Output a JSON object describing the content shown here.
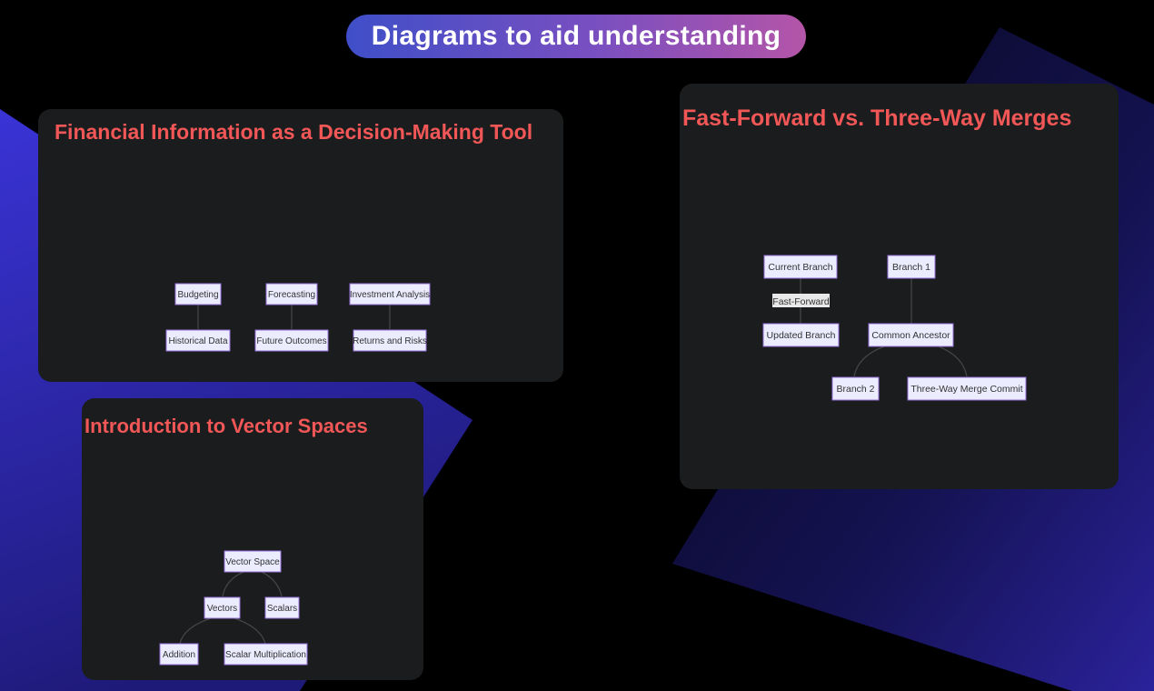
{
  "header": {
    "title": "Diagrams to aid understanding"
  },
  "cards": {
    "financial": {
      "title": "Financial Information as a Decision-Making Tool",
      "nodes": {
        "budgeting": "Budgeting",
        "forecasting": "Forecasting",
        "investment": "Investment Analysis",
        "historical": "Historical Data",
        "future": "Future Outcomes",
        "returns": "Returns and Risks"
      }
    },
    "vector": {
      "title": "Introduction to Vector Spaces",
      "nodes": {
        "space": "Vector Space",
        "vectors": "Vectors",
        "scalars": "Scalars",
        "addition": "Addition",
        "scalar_mult": "Scalar Multiplication"
      }
    },
    "merge": {
      "title": "Fast-Forward vs. Three-Way Merges",
      "nodes": {
        "current": "Current Branch",
        "updated": "Updated Branch",
        "branch1": "Branch 1",
        "ancestor": "Common Ancestor",
        "branch2": "Branch 2",
        "threeway": "Three-Way Merge Commit"
      },
      "edge_labels": {
        "fast_forward": "Fast-Forward"
      }
    }
  },
  "colors": {
    "title": "#f25757",
    "card": "#1b1c1d",
    "node_fill": "#ececff",
    "node_border": "#9370db",
    "accent_blue": "#3a33d6"
  }
}
